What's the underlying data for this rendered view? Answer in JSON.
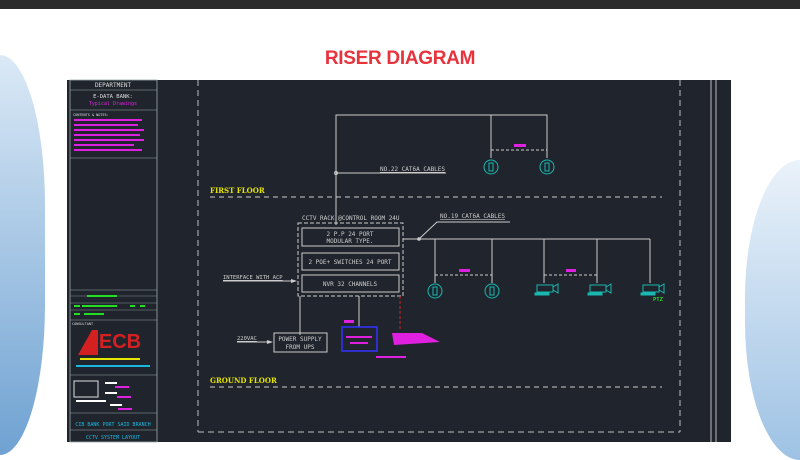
{
  "title": "RISER DIAGRAM",
  "title_block": {
    "department": "DEPARTMENT",
    "data_bank": "E-DATA BANK:",
    "data_bank_sub": "Typical Drawings",
    "notes_heading": "CONTENTS & NOTES:",
    "consultant_label": "CONSULTANT",
    "consultant_logo": "ECB",
    "project_name": "CIB BANK PORT SAID BRANCH",
    "drawing_title": "CCTV SYSTEM LAYOUT"
  },
  "drawing": {
    "first_floor": "FIRST FLOOR",
    "ground_floor": "GROUND FLOOR",
    "cable_upper": "NO.22 CAT6A CABLES",
    "cable_lower": "NO.19 CAT6A CABLES",
    "rack_title": "CCTV RACK @CONTROL ROOM 24U",
    "patch_panel_line1": "2 P.P 24 PORT",
    "patch_panel_line2": "MODULAR TYPE.",
    "switches": "2 POE+ SWITCHES 24 PORT",
    "nvr": "NVR 32 CHANNELS",
    "interface": "INTERFACE WITH ACP",
    "power_input": "220VAC",
    "power_line1": "POWER SUPPLY",
    "power_line2": "FROM UPS",
    "ptz_label": "PTZ"
  },
  "colors": {
    "accent_title": "#e8323c",
    "cad_background": "#20252d",
    "floor_label": "#e6e600",
    "camera": "#19b8b0",
    "annotation": "#e020e0"
  }
}
